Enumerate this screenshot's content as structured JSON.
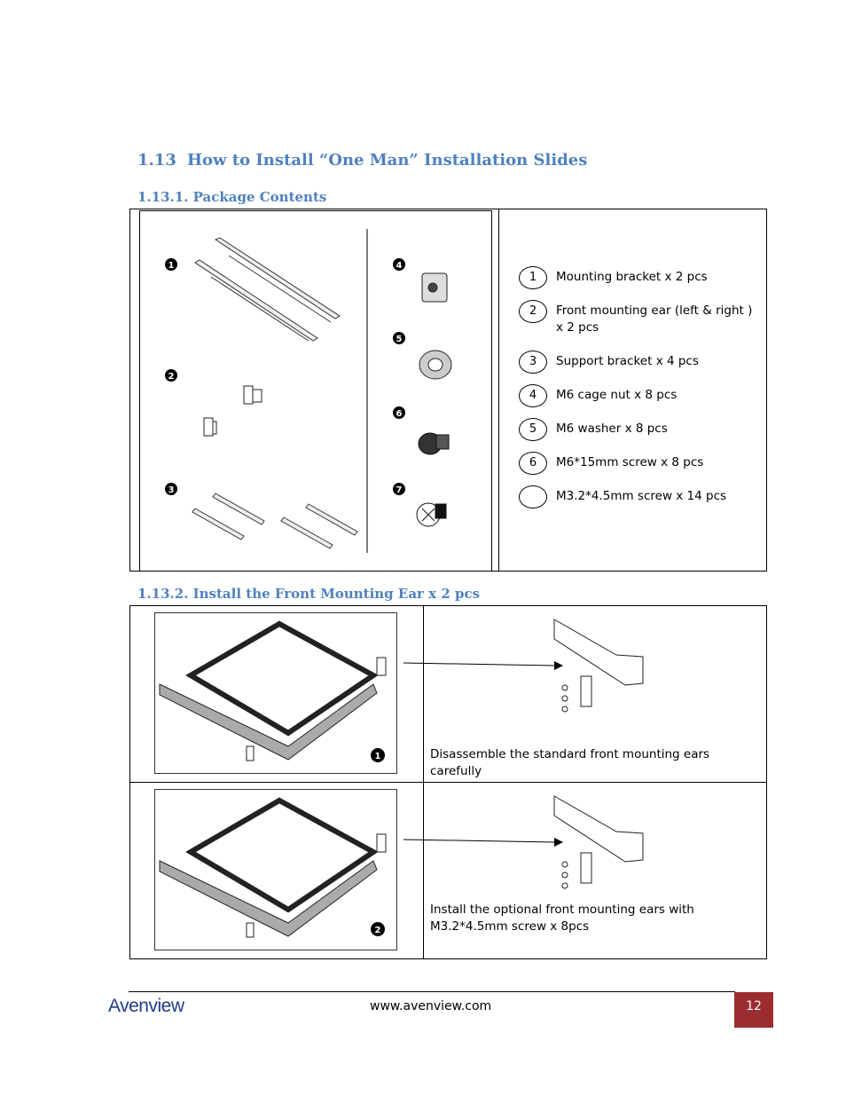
{
  "section": {
    "number": "1.13",
    "title": "How to Install “One Man” Installation Slides"
  },
  "subsection1": {
    "title": "1.13.1. Package Contents",
    "figure_badges": [
      "1",
      "2",
      "3",
      "4",
      "5",
      "6",
      "7"
    ],
    "items": [
      {
        "num": "1",
        "text": "Mounting bracket x 2 pcs"
      },
      {
        "num": "2",
        "text": "Front mounting ear (left & right ) x 2 pcs"
      },
      {
        "num": "3",
        "text": "Support bracket x 4 pcs"
      },
      {
        "num": "4",
        "text": "M6 cage nut x 8 pcs"
      },
      {
        "num": "5",
        "text": "M6 washer x 8 pcs"
      },
      {
        "num": "6",
        "text": "M6*15mm screw x 8 pcs"
      },
      {
        "num": "",
        "text": "M3.2*4.5mm screw x 14 pcs"
      }
    ]
  },
  "subsection2": {
    "title": "1.13.2. Install the Front Mounting Ear x 2 pcs",
    "steps": [
      {
        "badge": "1",
        "caption": "Disassemble the standard front mounting ears carefully"
      },
      {
        "badge": "2",
        "caption": "Install the optional front mounting ears with M3.2*4.5mm screw x 8pcs"
      }
    ]
  },
  "footer": {
    "logo": "Avenview",
    "url": "www.avenview.com",
    "page": "12"
  }
}
